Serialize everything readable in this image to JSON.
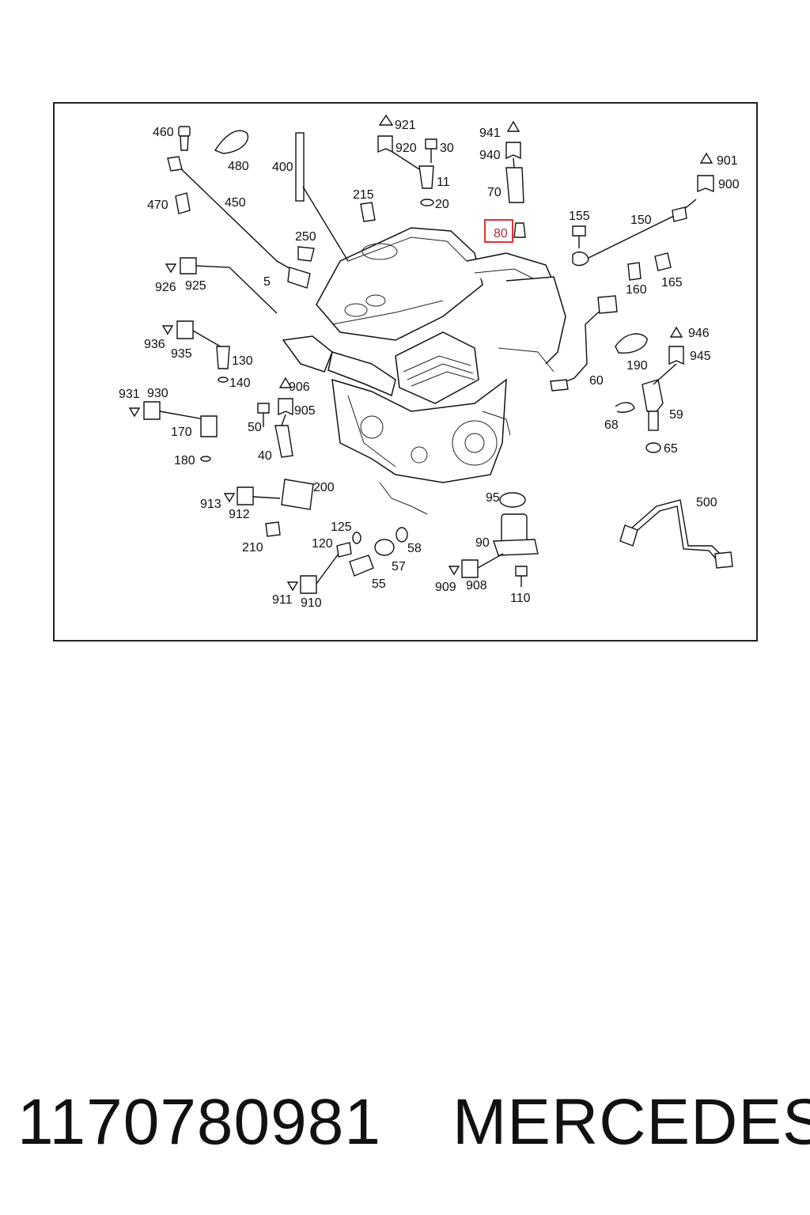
{
  "diagram": {
    "highlighted_callout": "80",
    "callouts": {
      "c460": "460",
      "c480": "480",
      "c400": "400",
      "c921": "921",
      "c920": "920",
      "c30": "30",
      "c11": "11",
      "c20": "20",
      "c941": "941",
      "c940": "940",
      "c70": "70",
      "c80": "80",
      "c901": "901",
      "c900": "900",
      "c155": "155",
      "c150": "150",
      "c470": "470",
      "c450": "450",
      "c215": "215",
      "c250": "250",
      "c160": "160",
      "c165": "165",
      "c926": "926",
      "c925": "925",
      "c5": "5",
      "c936": "936",
      "c935": "935",
      "c130": "130",
      "c140": "140",
      "c946": "946",
      "c945": "945",
      "c190": "190",
      "c60": "60",
      "c931": "931",
      "c930": "930",
      "c906": "906",
      "c905": "905",
      "c50": "50",
      "c170": "170",
      "c180": "180",
      "c40": "40",
      "c59": "59",
      "c68": "68",
      "c65": "65",
      "c913": "913",
      "c912": "912",
      "c200": "200",
      "c95": "95",
      "c500": "500",
      "c210": "210",
      "c125": "125",
      "c120": "120",
      "c58": "58",
      "c57": "57",
      "c55": "55",
      "c90": "90",
      "c909": "909",
      "c908": "908",
      "c110": "110",
      "c911": "911",
      "c910": "910"
    }
  },
  "footer": {
    "part_number": "1170780981",
    "brand": "MERCEDES"
  },
  "colors": {
    "highlight": "#e0303a",
    "highlight_text": "#b03040",
    "line": "#111111"
  }
}
